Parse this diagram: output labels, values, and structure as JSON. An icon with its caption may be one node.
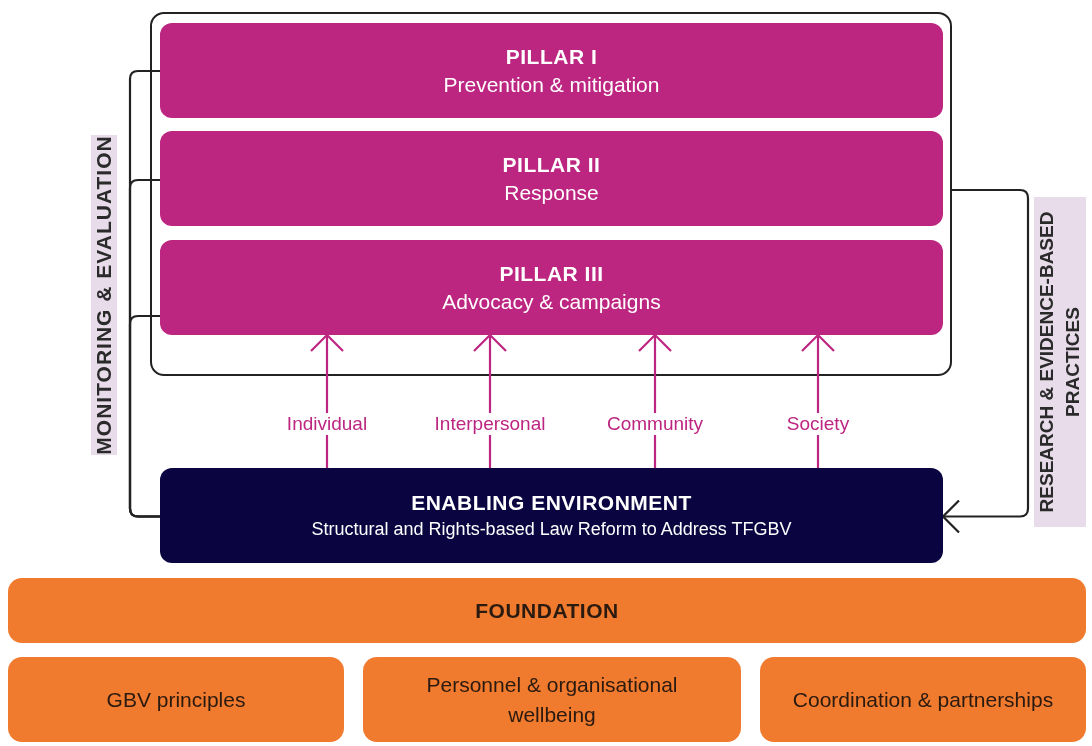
{
  "diagram": {
    "nodes": [
      {
        "text": [],
        "shape": "box"
      },
      {
        "text": [
          "PILLAR I",
          "Prevention & mitigation"
        ],
        "in": 0
      },
      {
        "text": [
          "PILLAR II",
          "Response"
        ],
        "in": 0
      },
      {
        "text": [
          "PILLAR III",
          "Advocacy & campaigns"
        ],
        "in": 0
      },
      {
        "text": [
          "ENABLING ENVIRONMENT",
          "Structural and Rights-based Law Reform to Address TFGBV"
        ]
      },
      {
        "text": [
          "FOUNDATION"
        ]
      },
      {
        "text": [
          "GBV principles"
        ]
      },
      {
        "text": [
          "Personnel & organisational wellbeing"
        ]
      },
      {
        "text": [
          "Coordination & partnerships"
        ]
      }
    ],
    "edges": [
      {
        "from": 4,
        "to": 1,
        "arrow": "none"
      },
      {
        "from": 4,
        "to": 2,
        "arrow": "none"
      },
      {
        "from": 4,
        "to": 3,
        "arrow": "none"
      },
      {
        "from": 0,
        "to": 4,
        "arrow": "to"
      },
      {
        "from": 4,
        "to": 3,
        "arrow": "to",
        "label": "Individual",
        "color": "#bc2580"
      },
      {
        "from": 4,
        "to": 3,
        "arrow": "to",
        "label": "Interpersonal",
        "color": "#bc2580"
      },
      {
        "from": 4,
        "to": 3,
        "arrow": "to",
        "label": "Community",
        "color": "#bc2580"
      },
      {
        "from": 4,
        "to": 3,
        "arrow": "to",
        "label": "Society",
        "color": "#bc2580"
      }
    ],
    "labels": [
      "MONITORING & EVALUATION",
      "RESEARCH & EVIDENCE-BASED PRACTICES"
    ]
  }
}
